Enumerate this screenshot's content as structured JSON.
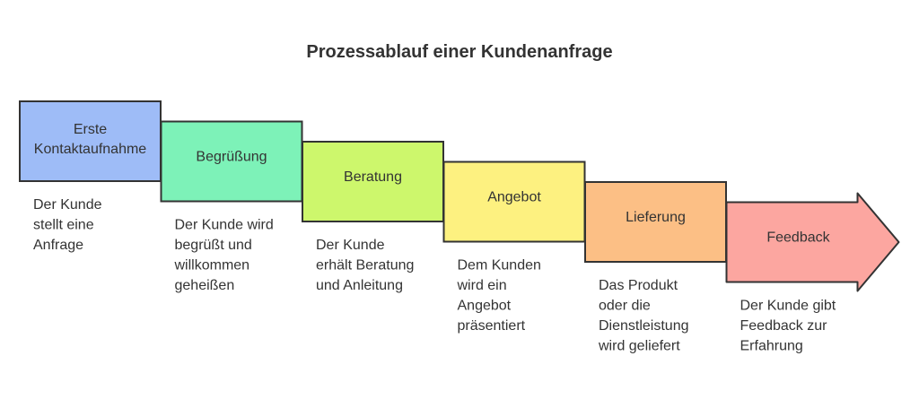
{
  "title": "Prozessablauf einer Kundenanfrage",
  "steps": [
    {
      "label_lines": [
        "Erste",
        "Kontaktaufnahme"
      ],
      "description_lines": [
        "Der Kunde",
        "stellt eine",
        "Anfrage"
      ],
      "color": "#9ebcf7"
    },
    {
      "label_lines": [
        "Begrüßung"
      ],
      "description_lines": [
        "Der Kunde wird",
        "begrüßt und",
        "willkommen",
        "geheißen"
      ],
      "color": "#7df2b8"
    },
    {
      "label_lines": [
        "Beratung"
      ],
      "description_lines": [
        "Der Kunde",
        "erhält Beratung",
        "und Anleitung"
      ],
      "color": "#cdf76c"
    },
    {
      "label_lines": [
        "Angebot"
      ],
      "description_lines": [
        "Dem Kunden",
        "wird ein",
        "Angebot",
        "präsentiert"
      ],
      "color": "#fdf180"
    },
    {
      "label_lines": [
        "Lieferung"
      ],
      "description_lines": [
        "Das Produkt",
        "oder die",
        "Dienstleistung",
        "wird geliefert"
      ],
      "color": "#fcbf85"
    },
    {
      "label_lines": [
        "Feedback"
      ],
      "description_lines": [
        "Der Kunde gibt",
        "Feedback zur",
        "Erfahrung"
      ],
      "color": "#fca6a0"
    }
  ],
  "colors": {
    "stroke": "#333333",
    "text": "#333333"
  }
}
